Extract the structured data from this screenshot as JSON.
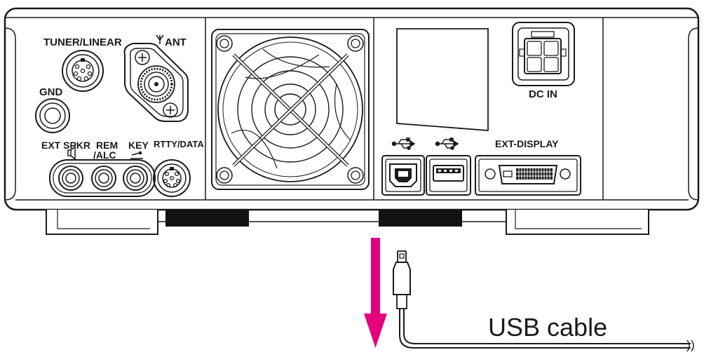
{
  "labels": {
    "tuner_linear": "TUNER/LINEAR",
    "ant": "ANT",
    "gnd": "GND",
    "ext_spkr": "EXT SPKR",
    "rem": "REM",
    "alc": "/ALC",
    "key": "KEY",
    "rtty_data": "RTTY/DATA",
    "dc_in": "DC IN",
    "ext_display": "EXT-DISPLAY",
    "usb_cable": "USB cable"
  },
  "icons": {
    "ant": "antenna-icon",
    "speaker": "speaker-icon",
    "key": "key-icon",
    "usb": "usb-icon"
  },
  "colors": {
    "arrow": "#e5007e",
    "line": "#1a1a1a"
  }
}
